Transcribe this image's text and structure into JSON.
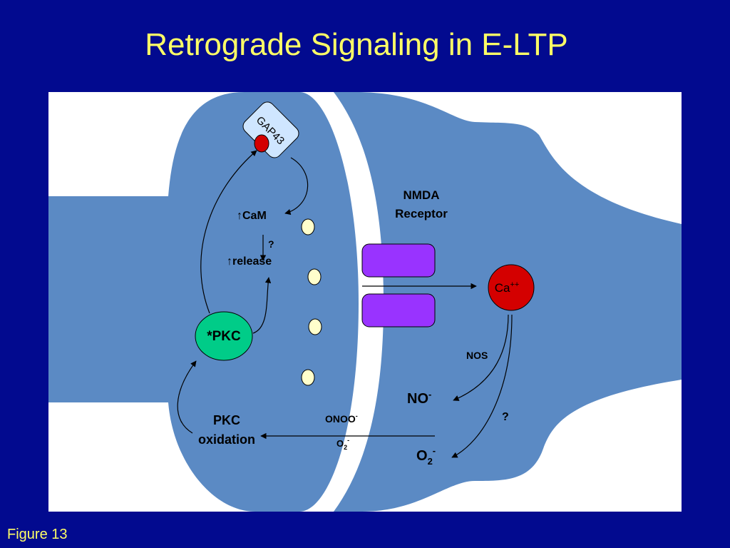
{
  "slide": {
    "title": "Retrograde Signaling in E-LTP",
    "footer": "Figure 13"
  },
  "colors": {
    "background": "#020a8f",
    "title": "#ffff66",
    "panel": "#ffffff",
    "cell": "#5b8ac4",
    "gap43_box": "#cfe6ff",
    "phospho_dot": "#d40000",
    "vesicle": "#ffffcc",
    "receptor": "#9933ff",
    "calcium": "#d40000",
    "pkc": "#00cc88"
  },
  "labels": {
    "gap43": "GAP43",
    "cam": "↑CaM",
    "question1": "?",
    "release": "↑release",
    "pkc": "*PKC",
    "pkc_oxidation_line1": "PKC",
    "pkc_oxidation_line2": "oxidation",
    "nmda_line1": "NMDA",
    "nmda_line2": "Receptor",
    "ca": "Ca",
    "ca_sup": "++",
    "nos": "NOS",
    "no": "NO",
    "no_sup": "-",
    "question2": "?",
    "onoo": "ONOO",
    "onoo_sup": "-",
    "o2_small": "O",
    "o2_small_sub": "2",
    "o2_small_sup": "-",
    "o2": "O",
    "o2_sub": "2",
    "o2_sup": "-"
  }
}
